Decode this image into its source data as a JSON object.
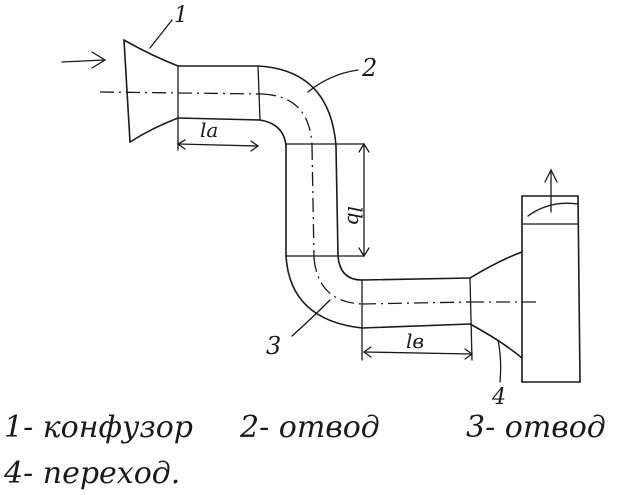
{
  "labels": {
    "confusor_num": "1",
    "bend_top_num": "2",
    "bend_bottom_num": "3",
    "transition_num": "4"
  },
  "dimensions": {
    "la": "la",
    "lb": "lb",
    "lv": "lв"
  },
  "legend": {
    "item1": "1- конфузор",
    "item2": "2- отвод",
    "item3": "3- отвод",
    "item4": "4- переход."
  }
}
